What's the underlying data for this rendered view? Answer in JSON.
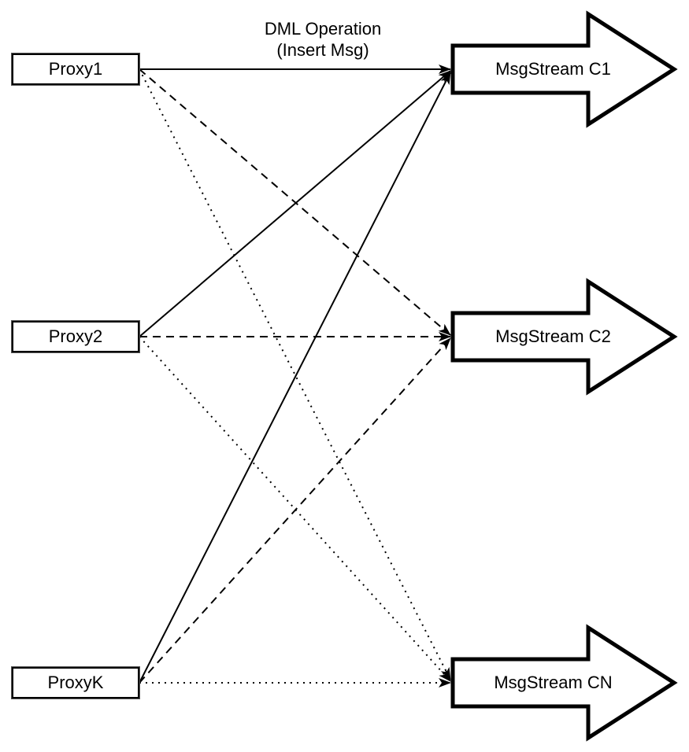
{
  "diagram": {
    "title": {
      "line1": "DML Operation",
      "line2": "(Insert Msg)"
    },
    "proxies": [
      {
        "label": "Proxy1"
      },
      {
        "label": "Proxy2"
      },
      {
        "label": "ProxyK"
      }
    ],
    "streams": [
      {
        "label": "MsgStream C1"
      },
      {
        "label": "MsgStream C2"
      },
      {
        "label": "MsgStream CN"
      }
    ],
    "edges": [
      {
        "from": "Proxy1",
        "to": "MsgStream C1",
        "style": "solid"
      },
      {
        "from": "Proxy1",
        "to": "MsgStream C2",
        "style": "dashed"
      },
      {
        "from": "Proxy1",
        "to": "MsgStream CN",
        "style": "dotted"
      },
      {
        "from": "Proxy2",
        "to": "MsgStream C1",
        "style": "solid"
      },
      {
        "from": "Proxy2",
        "to": "MsgStream C2",
        "style": "dashed"
      },
      {
        "from": "Proxy2",
        "to": "MsgStream CN",
        "style": "dotted"
      },
      {
        "from": "ProxyK",
        "to": "MsgStream C1",
        "style": "solid"
      },
      {
        "from": "ProxyK",
        "to": "MsgStream C2",
        "style": "dashed"
      },
      {
        "from": "ProxyK",
        "to": "MsgStream CN",
        "style": "dotted"
      }
    ],
    "colors": {
      "stroke": "#000000",
      "fill": "#ffffff",
      "text": "#000000"
    }
  }
}
